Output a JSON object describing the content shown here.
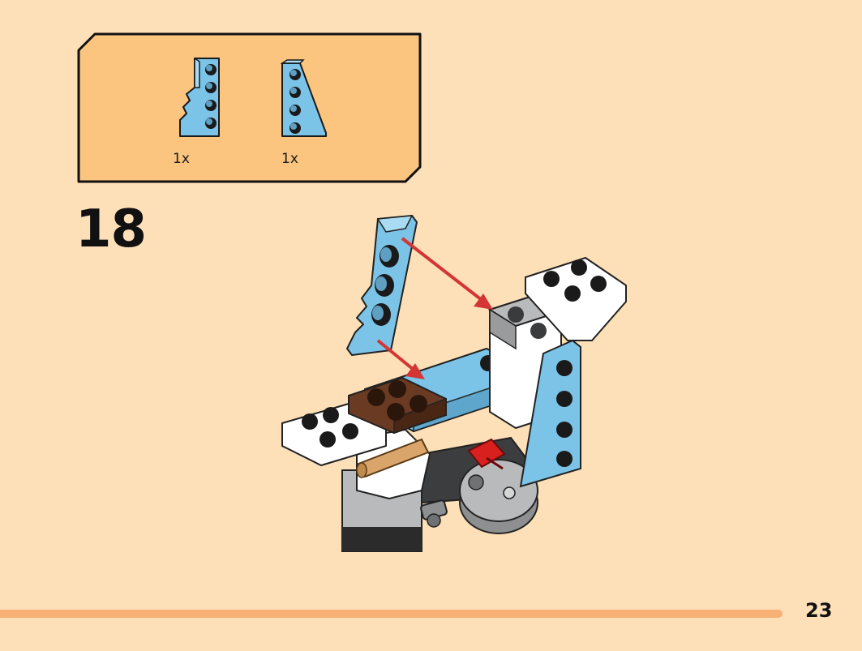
{
  "parts_callout": {
    "items": [
      {
        "part": "left-wing-plate-icon",
        "qty": "1x",
        "color": "#7cc3e8"
      },
      {
        "part": "right-wing-plate-icon",
        "qty": "1x",
        "color": "#7cc3e8"
      }
    ],
    "background": "#fcc57f"
  },
  "step": {
    "number": "18"
  },
  "footer": {
    "page_number": "23",
    "progress_color": "#f7b175"
  },
  "colors": {
    "page_background": "#fde0b8",
    "arrow": "#d33535",
    "medium_azure": "#7cc3e8",
    "reddish_brown": "#6b3a22",
    "light_gray": "#b9babb",
    "dark_gray": "#6f7172",
    "white": "#ffffff",
    "tan": "#d9a56a",
    "red": "#d8201f"
  }
}
